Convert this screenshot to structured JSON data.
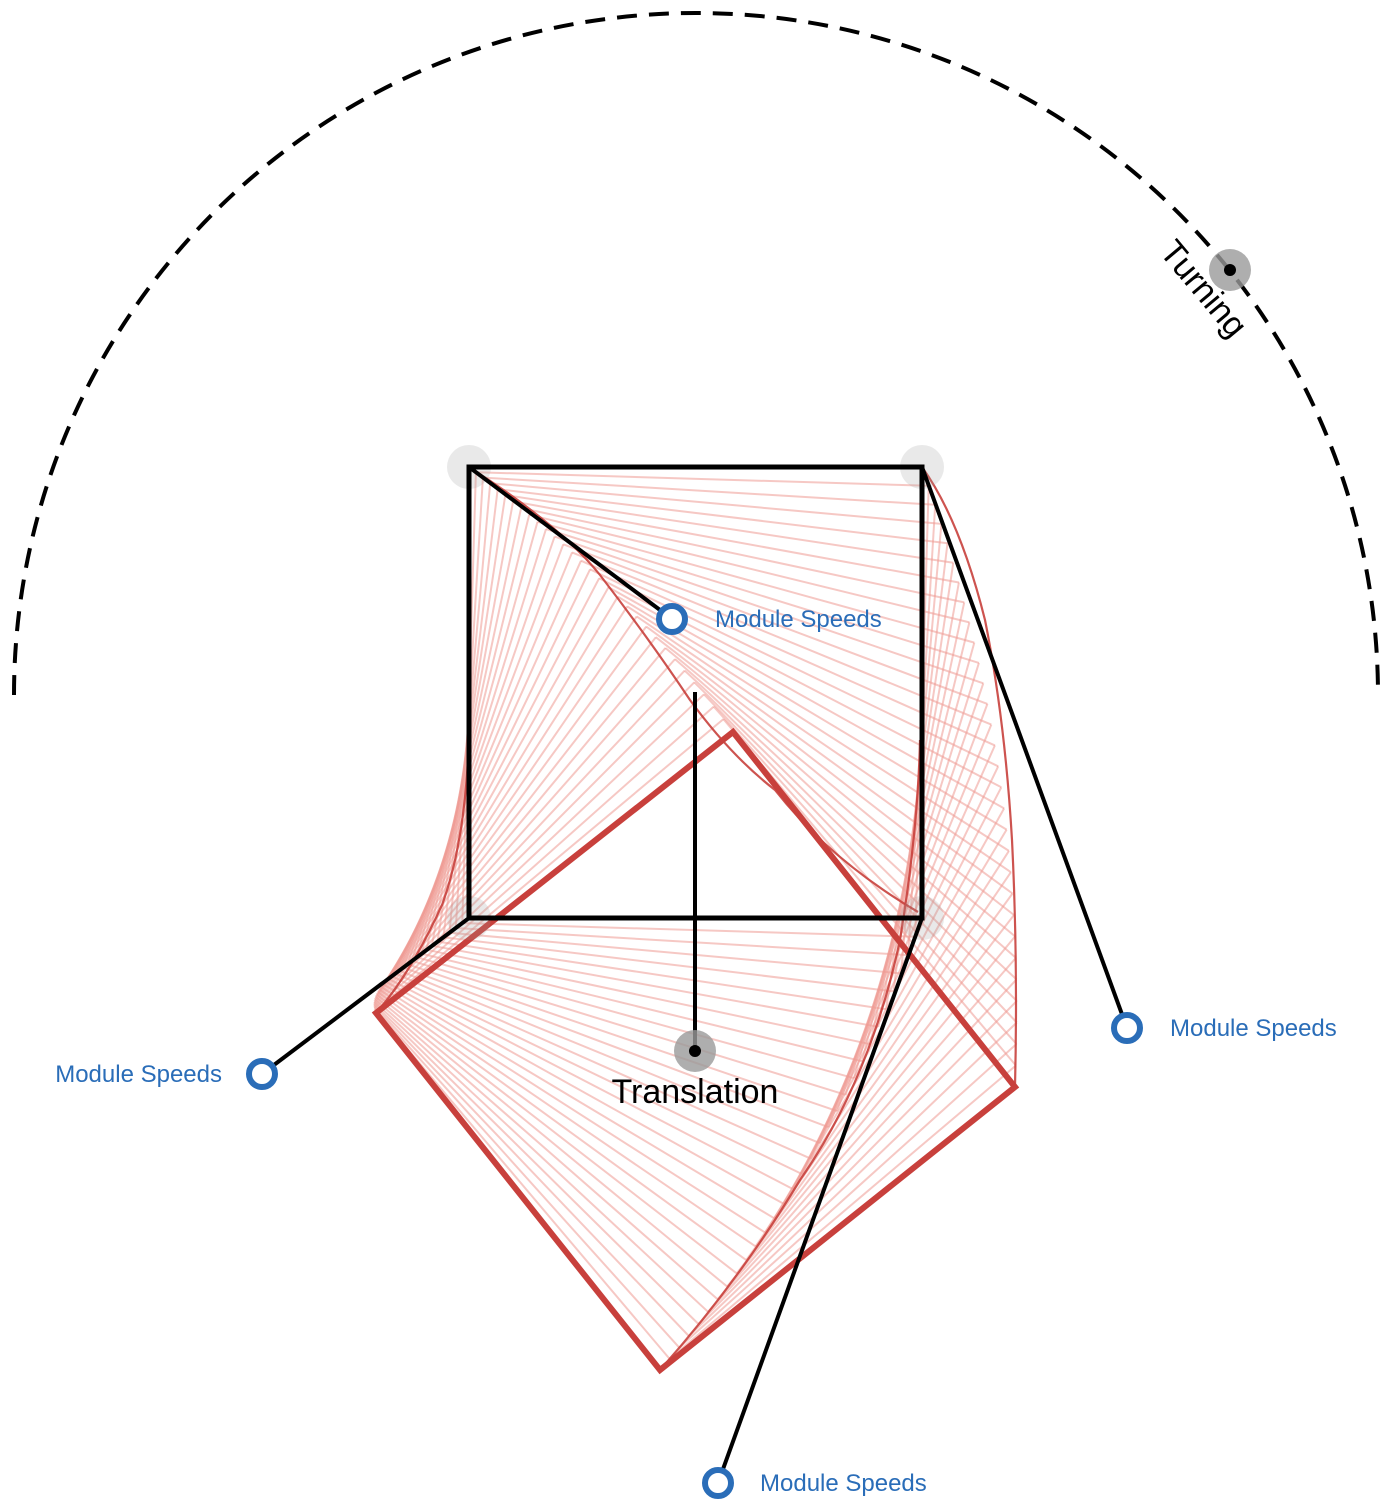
{
  "colors": {
    "background": "#ffffff",
    "robot": "#000000",
    "trajectory": "#c8403c",
    "trajectory_faint": "#ef9a93",
    "handle_ring": "#2a6db8",
    "handle_shadow": "#9a9a9a",
    "arc": "#000000"
  },
  "labels": {
    "turning": "Turning",
    "translation": "Translation",
    "module_speeds": [
      {
        "id": "top",
        "text": "Module Speeds"
      },
      {
        "id": "right",
        "text": "Module Speeds"
      },
      {
        "id": "left",
        "text": "Module Speeds"
      },
      {
        "id": "bottom",
        "text": "Module Speeds"
      }
    ]
  },
  "icons": {
    "module_handle": "hollow-circle-icon",
    "control_knob": "filled-dot-icon"
  }
}
